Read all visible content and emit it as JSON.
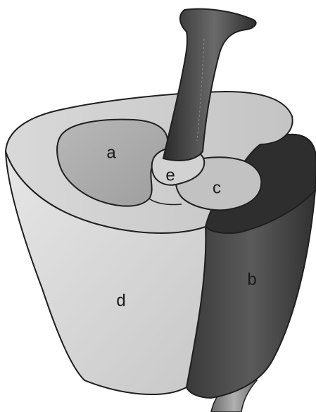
{
  "labels": {
    "a": "a",
    "b": "b",
    "c": "c",
    "d": "d",
    "e": "e"
  },
  "colors": {
    "outline": "#1f1f1f",
    "light_face": "#d6d6d6",
    "light_top": "#cdcdcd",
    "recess": "#a9a9a9",
    "recess_c": "#bfbfbf",
    "dark_segment": "#4a4a4a",
    "dark_top": "#3a3a3a",
    "stem": "#3d3d3d",
    "vessel": "#8a8a8a"
  }
}
